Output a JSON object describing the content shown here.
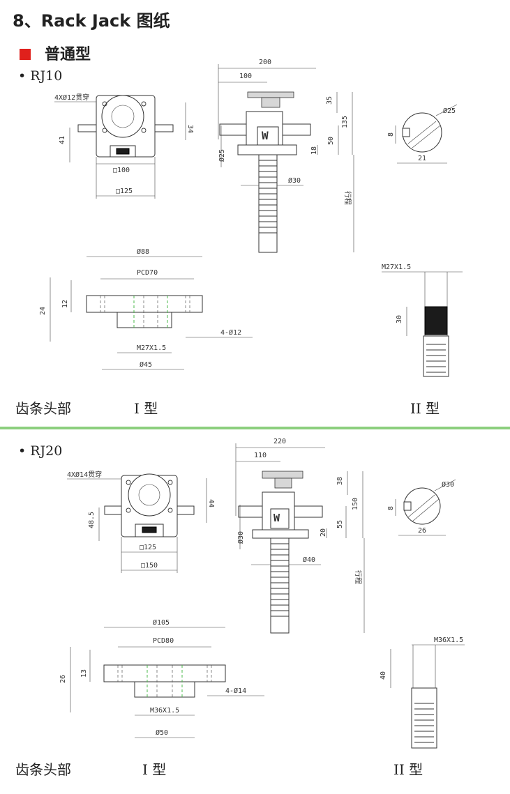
{
  "header": {
    "title": "8、Rack Jack 图纸",
    "subtitle": "普通型"
  },
  "sections": [
    {
      "model": "RJ10",
      "top_view": {
        "hole_note": "4XØ12贯穿",
        "dim_height_right": "34",
        "dim_height_left": "41",
        "dim_inner_square": "□100",
        "dim_outer_square": "□125"
      },
      "side_view": {
        "dim_total": "200",
        "dim_half": "100",
        "dim_top": "35",
        "dim_overall": "135",
        "dim_mid": "50",
        "dim_base": "18",
        "dim_shaft": "Ø25",
        "dim_rack": "Ø30",
        "stroke_label": "行程"
      },
      "shaft_view": {
        "dim_dia": "Ø25",
        "dim_key": "8",
        "dim_width": "21"
      },
      "type1_flange": {
        "dim_od": "Ø88",
        "dim_pcd": "PCD70",
        "dim_total_h": "24",
        "dim_flange_h": "12",
        "dim_holes": "4-Ø12",
        "dim_thread": "M27X1.5",
        "dim_hub": "Ø45"
      },
      "type2_end": {
        "dim_thread": "M27X1.5",
        "dim_len": "30"
      },
      "labels": {
        "rack_head": "齿条头部",
        "type1": "I 型",
        "type2": "II 型"
      }
    },
    {
      "model": "RJ20",
      "top_view": {
        "hole_note": "4XØ14贯穿",
        "dim_height_right": "44",
        "dim_height_left": "48.5",
        "dim_inner_square": "□125",
        "dim_outer_square": "□150"
      },
      "side_view": {
        "dim_total": "220",
        "dim_half": "110",
        "dim_top": "38",
        "dim_overall": "150",
        "dim_mid": "55",
        "dim_base": "20",
        "dim_shaft": "Ø30",
        "dim_rack": "Ø40",
        "stroke_label": "行程"
      },
      "shaft_view": {
        "dim_dia": "Ø30",
        "dim_key": "8",
        "dim_width": "26"
      },
      "type1_flange": {
        "dim_od": "Ø105",
        "dim_pcd": "PCD80",
        "dim_total_h": "26",
        "dim_flange_h": "13",
        "dim_holes": "4-Ø14",
        "dim_thread": "M36X1.5",
        "dim_hub": "Ø50"
      },
      "type2_end": {
        "dim_thread": "M36X1.5",
        "dim_len": "40"
      },
      "labels": {
        "rack_head": "齿条头部",
        "type1": "I 型",
        "type2": "II 型"
      }
    }
  ],
  "colors": {
    "accent_red": "#e0201c",
    "divider_green": "#8ccf7e"
  }
}
